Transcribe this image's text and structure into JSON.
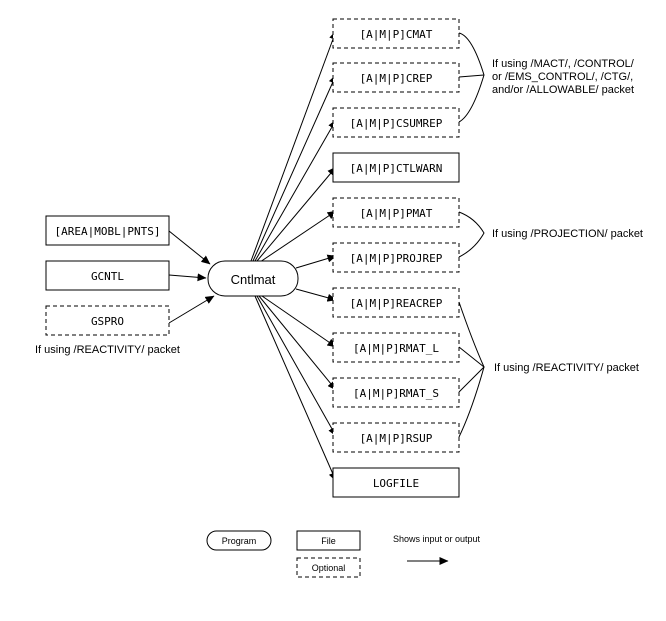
{
  "program": {
    "label": "Cntlmat"
  },
  "inputs": [
    {
      "id": "in-area",
      "label": "[AREA|MOBL|PNTS]",
      "optional": false
    },
    {
      "id": "in-gcntl",
      "label": "GCNTL",
      "optional": false
    },
    {
      "id": "in-gspro",
      "label": "GSPRO",
      "optional": true
    }
  ],
  "input_note": "If using /REACTIVITY/ packet",
  "outputs": [
    {
      "id": "out-cmat",
      "label": "[A|M|P]CMAT",
      "optional": true
    },
    {
      "id": "out-crep",
      "label": "[A|M|P]CREP",
      "optional": true
    },
    {
      "id": "out-csumrep",
      "label": "[A|M|P]CSUMREP",
      "optional": true
    },
    {
      "id": "out-ctlwarn",
      "label": "[A|M|P]CTLWARN",
      "optional": false
    },
    {
      "id": "out-pmat",
      "label": "[A|M|P]PMAT",
      "optional": true
    },
    {
      "id": "out-projrep",
      "label": "[A|M|P]PROJREP",
      "optional": true
    },
    {
      "id": "out-reacrep",
      "label": "[A|M|P]REACREP",
      "optional": true
    },
    {
      "id": "out-rmat-l",
      "label": "[A|M|P]RMAT_L",
      "optional": true
    },
    {
      "id": "out-rmat-s",
      "label": "[A|M|P]RMAT_S",
      "optional": true
    },
    {
      "id": "out-rsup",
      "label": "[A|M|P]RSUP",
      "optional": true
    },
    {
      "id": "out-logfile",
      "label": "LOGFILE",
      "optional": false
    }
  ],
  "annotations": {
    "control": [
      "If using /MACT/, /CONTROL/",
      "or /EMS_CONTROL/, /CTG/,",
      "and/or /ALLOWABLE/ packet"
    ],
    "projection": "If using /PROJECTION/ packet",
    "reactivity": "If using /REACTIVITY/ packet"
  },
  "legend": {
    "program": "Program",
    "file": "File",
    "optional": "Optional",
    "arrow": "Shows input or output"
  }
}
